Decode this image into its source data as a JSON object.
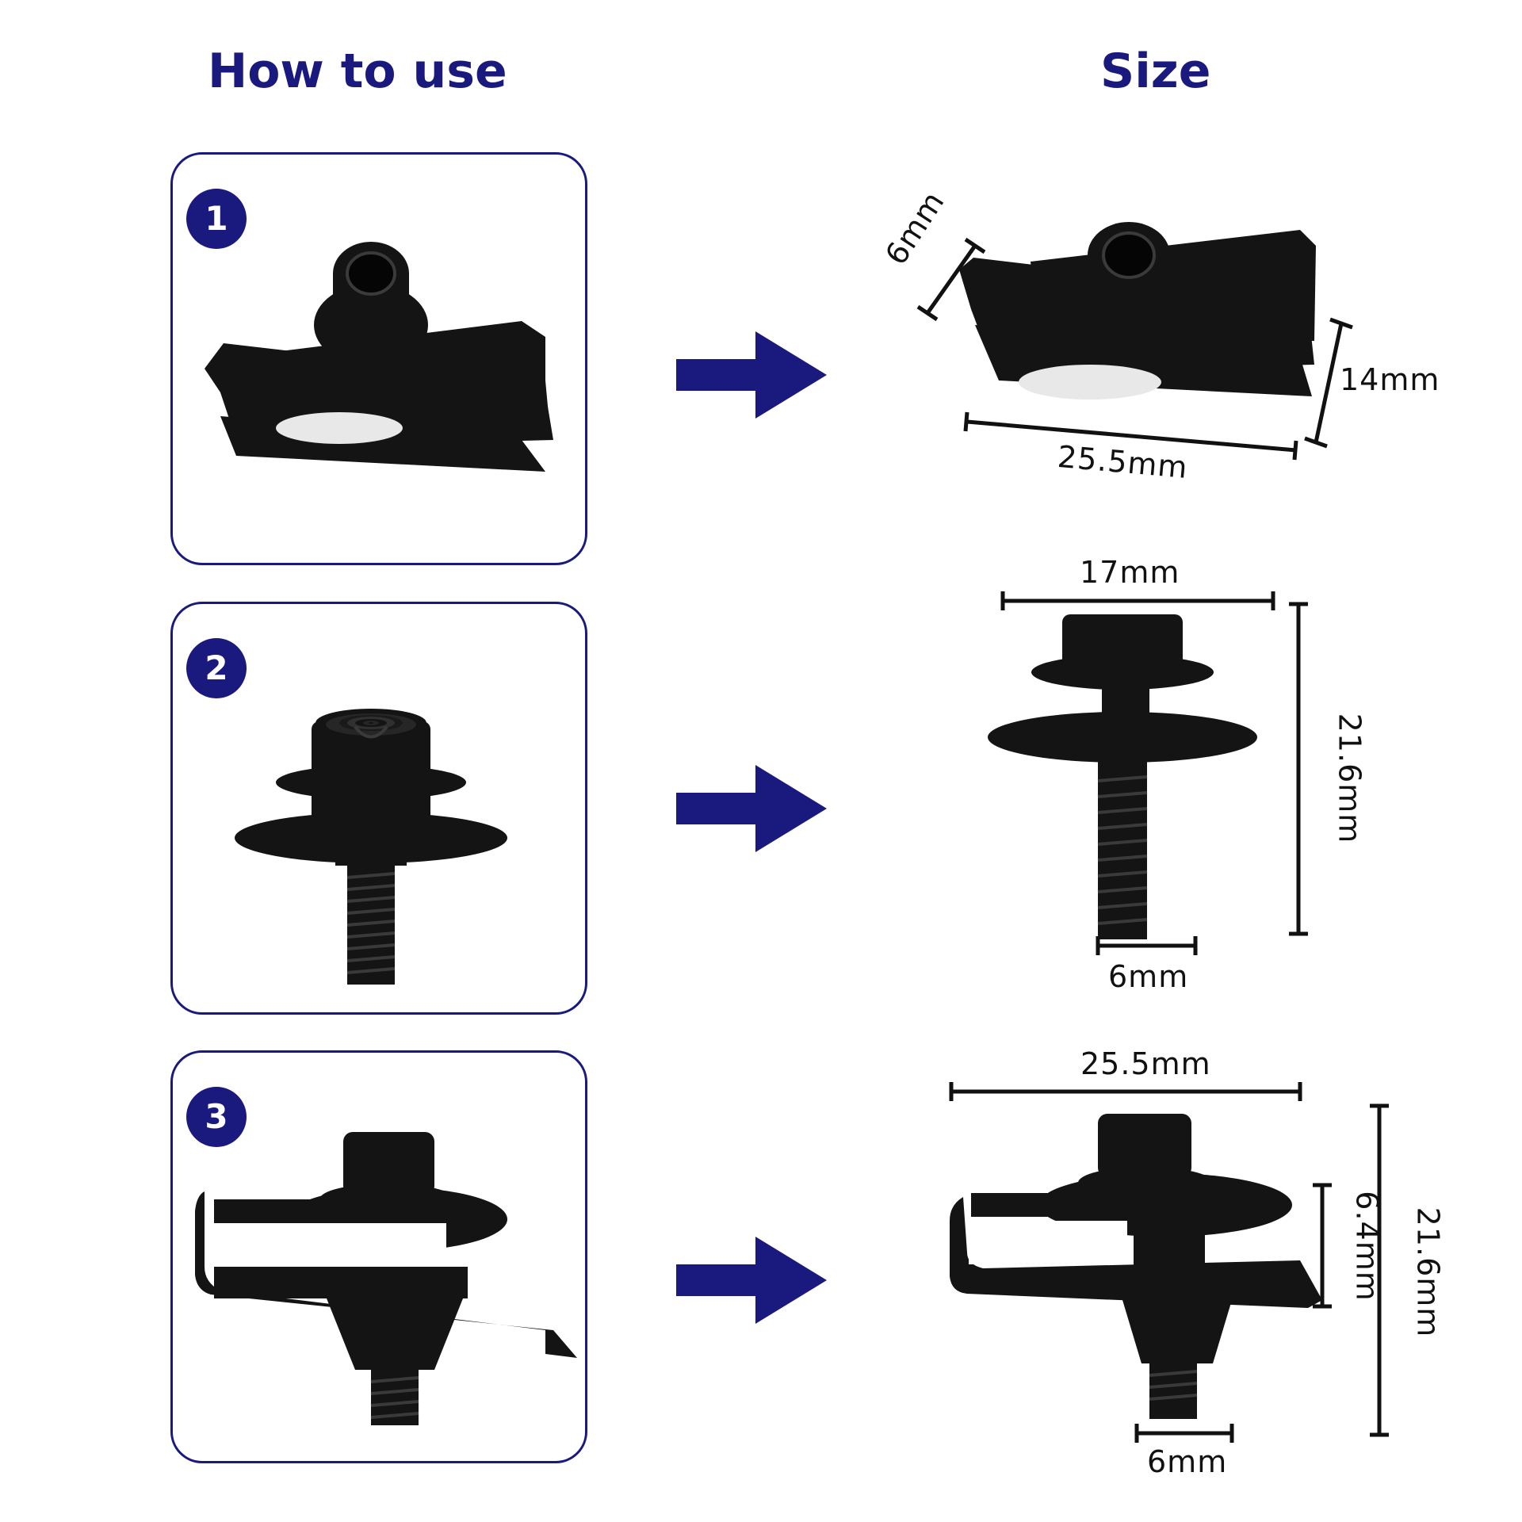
{
  "headings": {
    "how_to_use": "How to use",
    "size": "Size"
  },
  "colors": {
    "accent": "#1a1a7e",
    "part": "#141414"
  },
  "steps": [
    {
      "number": "1",
      "part": "u-nut-clip"
    },
    {
      "number": "2",
      "part": "flange-bolt-with-washer"
    },
    {
      "number": "3",
      "part": "assembled-clip-and-bolt"
    }
  ],
  "dimensions": {
    "clip": {
      "depth": "6mm",
      "height": "14mm",
      "length": "25.5mm"
    },
    "bolt": {
      "head_width": "17mm",
      "height": "21.6mm",
      "thread": "6mm"
    },
    "assembly": {
      "width": "25.5mm",
      "clip_height": "6.4mm",
      "height": "21.6mm",
      "thread": "6mm"
    }
  }
}
